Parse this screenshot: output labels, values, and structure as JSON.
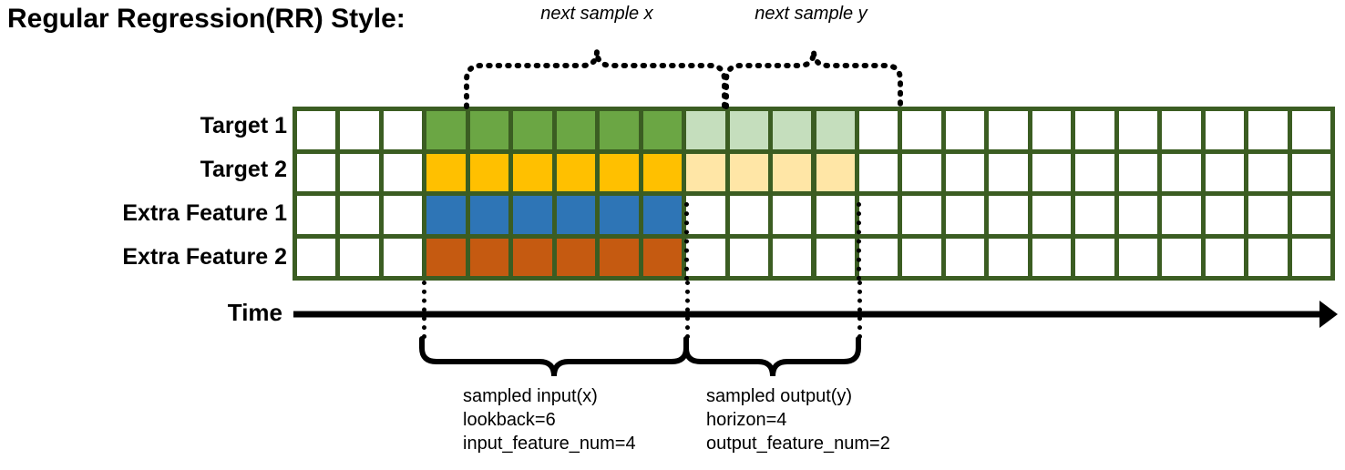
{
  "title": "Regular Regression(RR) Style:",
  "rows": [
    {
      "label": "Target 1",
      "fill": "#6ba644",
      "light_fill": "#c5debd"
    },
    {
      "label": "Target 2",
      "fill": "#ffc000",
      "light_fill": "#ffe6a6"
    },
    {
      "label": "Extra Feature 1",
      "fill": "#2e75b6",
      "light_fill": "#ffffff"
    },
    {
      "label": "Extra Feature 2",
      "fill": "#c55a11",
      "light_fill": "#ffffff"
    }
  ],
  "axis": {
    "label": "Time",
    "arrow": "right-arrow-icon"
  },
  "top_braces": [
    {
      "text": "next sample x"
    },
    {
      "text": "next sample y"
    }
  ],
  "bottom_braces": [
    {
      "lines": [
        "sampled input(x)",
        "lookback=6",
        "input_feature_num=4"
      ]
    },
    {
      "lines": [
        "sampled output(y)",
        "horizon=4",
        "output_feature_num=2"
      ]
    }
  ],
  "grid": {
    "columns": 24,
    "input_start_col": 3,
    "input_end_col": 9,
    "output_start_col": 9,
    "output_end_col": 13,
    "border_color": "#3b5d22"
  },
  "chart_data": {
    "type": "heatmap",
    "title": "Regular Regression(RR) Style:",
    "xlabel": "Time",
    "ylabel": "",
    "categories": [
      "Target 1",
      "Target 2",
      "Extra Feature 1",
      "Extra Feature 2"
    ],
    "columns": 24,
    "legend": [
      "sampled input(x)",
      "sampled output(y)"
    ],
    "annotations": [
      "next sample x",
      "next sample y",
      "lookback=6",
      "horizon=4",
      "input_feature_num=4",
      "output_feature_num=2"
    ],
    "series": [
      {
        "name": "Target 1",
        "values": [
          0,
          0,
          0,
          1,
          1,
          1,
          1,
          1,
          1,
          0.4,
          0.4,
          0.4,
          0.4,
          0,
          0,
          0,
          0,
          0,
          0,
          0,
          0,
          0,
          0,
          0
        ]
      },
      {
        "name": "Target 2",
        "values": [
          0,
          0,
          0,
          1,
          1,
          1,
          1,
          1,
          1,
          0.4,
          0.4,
          0.4,
          0.4,
          0,
          0,
          0,
          0,
          0,
          0,
          0,
          0,
          0,
          0,
          0
        ]
      },
      {
        "name": "Extra Feature 1",
        "values": [
          0,
          0,
          0,
          1,
          1,
          1,
          1,
          1,
          1,
          0,
          0,
          0,
          0,
          0,
          0,
          0,
          0,
          0,
          0,
          0,
          0,
          0,
          0,
          0
        ]
      },
      {
        "name": "Extra Feature 2",
        "values": [
          0,
          0,
          0,
          1,
          1,
          1,
          1,
          1,
          1,
          0,
          0,
          0,
          0,
          0,
          0,
          0,
          0,
          0,
          0,
          0,
          0,
          0,
          0,
          0
        ]
      }
    ],
    "grid": true,
    "legend_position": "bottom"
  }
}
